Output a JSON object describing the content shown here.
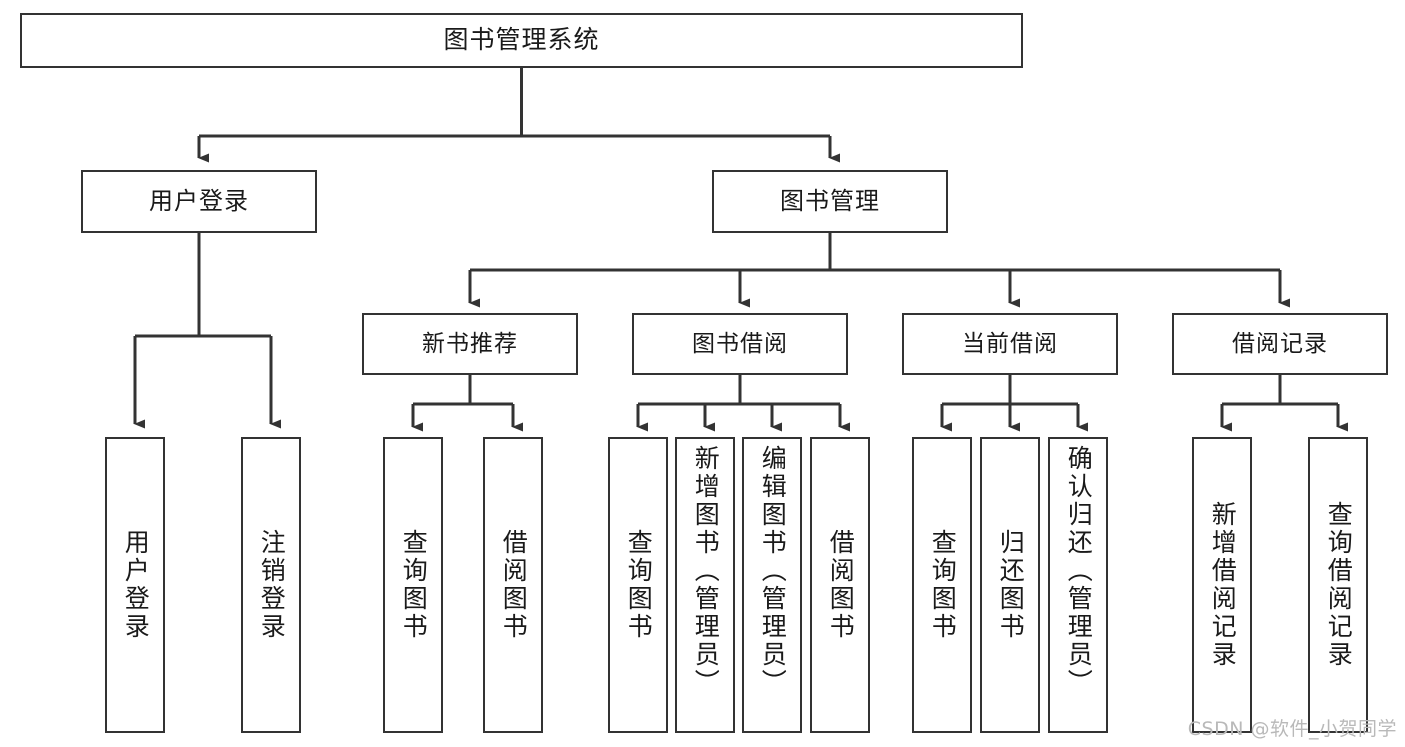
{
  "diagram": {
    "type": "tree",
    "title": "图书管理系统",
    "colors": {
      "stroke": "#333333",
      "node_fill": "#ffffff",
      "text": "#1a1a1a",
      "watermark": "#b9b9b9",
      "background": "#ffffff"
    },
    "root": {
      "label": "图书管理系统"
    },
    "branches": [
      {
        "label": "用户登录"
      },
      {
        "label": "图书管理"
      }
    ],
    "subbranches": [
      {
        "label": "新书推荐"
      },
      {
        "label": "图书借阅"
      },
      {
        "label": "当前借阅"
      },
      {
        "label": "借阅记录"
      }
    ],
    "leaves": {
      "user_login": [
        {
          "label": "用户登录"
        },
        {
          "label": "注销登录"
        }
      ],
      "new_book_recommend": [
        {
          "label": "查询图书"
        },
        {
          "label": "借阅图书"
        }
      ],
      "book_borrow": [
        {
          "label": "查询图书"
        },
        {
          "label": "新增图书（管理员）"
        },
        {
          "label": "编辑图书（管理员）"
        },
        {
          "label": "借阅图书"
        }
      ],
      "current_borrow": [
        {
          "label": "查询图书"
        },
        {
          "label": "归还图书"
        },
        {
          "label": "确认归还（管理员）"
        }
      ],
      "borrow_record": [
        {
          "label": "新增借阅记录"
        },
        {
          "label": "查询借阅记录"
        }
      ]
    },
    "watermark": "CSDN @软件_小贺同学"
  }
}
